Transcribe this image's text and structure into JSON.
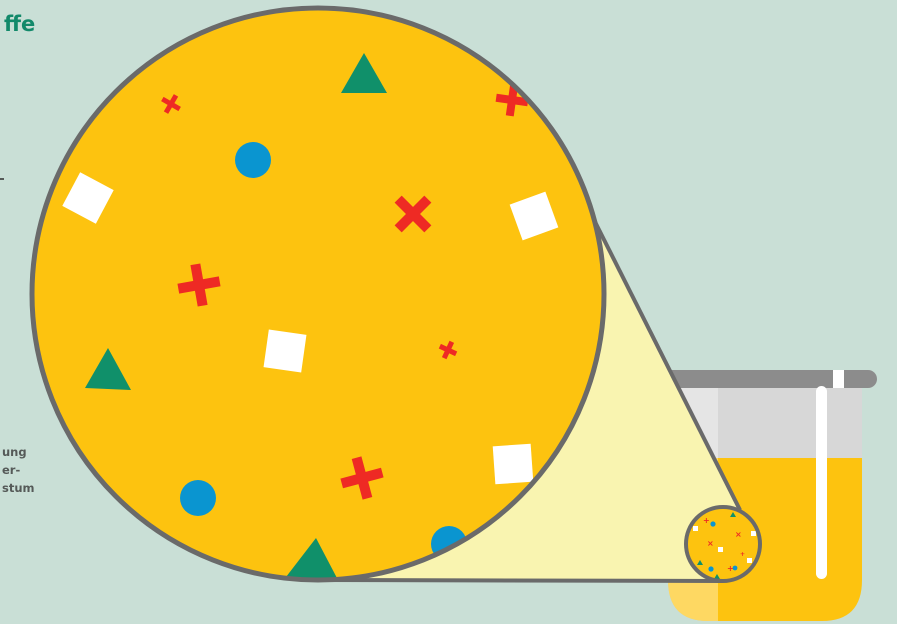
{
  "heading": "ffe",
  "caption": {
    "line1": "ung",
    "line2": "er-",
    "line3": "stum"
  },
  "colors": {
    "background": "#c9dfd6",
    "solution": "#fdc30f",
    "beam": "#f9f4b0",
    "outline": "#6a6a6a",
    "lid": "#8c8c8c",
    "air": "#d7d7d7",
    "green_triangle": "#10906a",
    "blue_circle": "#0a95d0",
    "white_square": "#ffffff",
    "red_cross": "#ee2a24"
  },
  "particles": {
    "triangle": "green-triangle-particle",
    "circle": "blue-circle-particle",
    "square": "white-square-particle",
    "cross": "red-cross-particle"
  }
}
